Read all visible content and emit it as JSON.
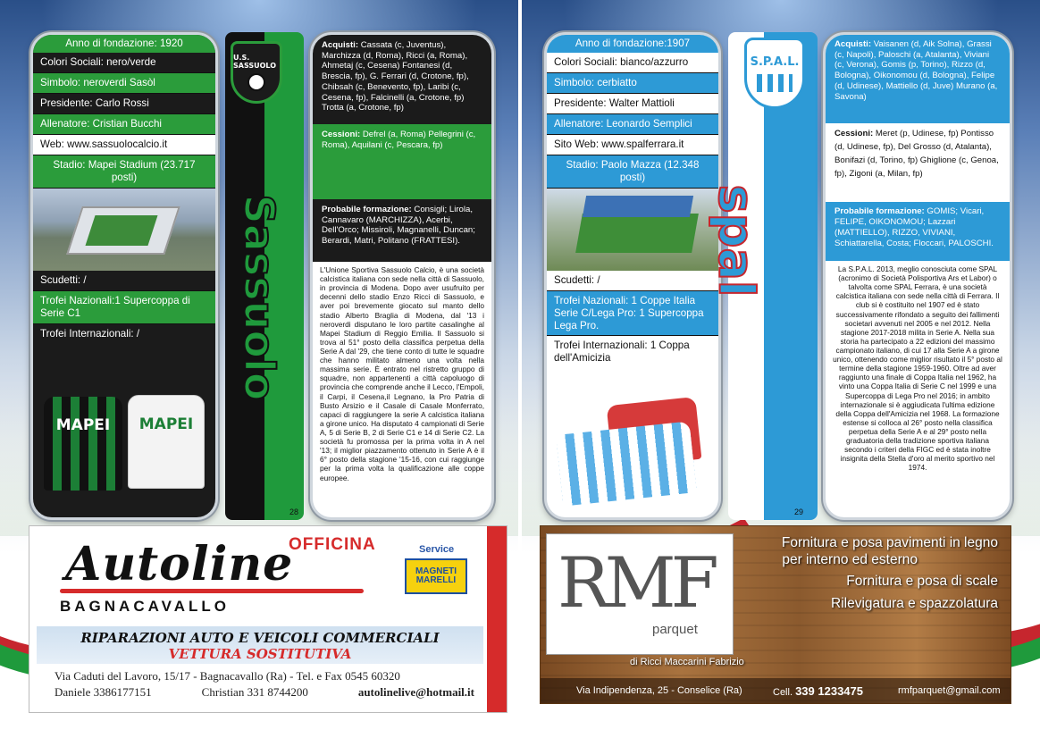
{
  "left": {
    "sassuolo": {
      "anno": "Anno di fondazione: 1920",
      "colori": "Colori Sociali: nero/verde",
      "simbolo": "Simbolo: neroverdi Sasòl",
      "presidente": "Presidente: Carlo Rossi",
      "allenatore": "Allenatore: Cristian Bucchi",
      "web": "Web: www.sassuolocalcio.it",
      "stadio": "Stadio: Mapei Stadium (23.717 posti)",
      "scudetti": "Scudetti: /",
      "trofei_naz": "Trofei Nazionali:1 Supercoppa di Serie C1",
      "trofei_int": "Trofei Internazionali: /",
      "vertical_name": "Sassuolo",
      "crest_text": "U.S. SASSUOLO",
      "jersey_text": "MAPEI",
      "acquisti_label": "Acquisti:",
      "acquisti": "Cassata (c, Juventus), Marchizza (d, Roma), Ricci (a, Roma), Ahmetaj (c, Cesena) Fontanesi (d, Brescia, fp), G. Ferrari (d, Crotone, fp), Chibsah (c, Benevento, fp), Laribi (c, Cesena, fp), Falcinelli (a, Crotone, fp) Trotta (a, Crotone, fp)",
      "cessioni_label": "Cessioni:",
      "cessioni": "Defrel (a, Roma) Pellegrini (c, Roma), Aquilani (c, Pescara, fp)",
      "formazione_label": "Probabile formazione:",
      "formazione": "Consigli; Lirola, Cannavaro (MARCHIZZA), Acerbi, Dell'Orco; Missiroli, Magnanelli, Duncan; Berardi, Matri, Politano (FRATTESI).",
      "storia": "L'Unione Sportiva Sassuolo Calcio, è una società calcistica italiana con sede nella città di Sassuolo, in provincia di Modena. Dopo aver usufruito per decenni dello stadio Enzo Ricci di Sassuolo, e aver poi brevemente giocato sul manto dello stadio Alberto Braglia di Modena, dal '13 i neroverdi disputano le loro partite casalinghe al Mapei Stadium di Reggio Emilia. Il Sassuolo si trova al 51° posto della classifica perpetua della Serie A dal '29, che tiene conto di tutte le squadre che hanno militato almeno una volta nella massima serie. È entrato nel ristretto gruppo di squadre, non appartenenti a città capoluogo di provincia che comprende anche il Lecco, l'Empoli, il Carpi, il Cesena,il Legnano, la Pro Patria di Busto Arsizio e il Casale di Casale Monferrato, capaci di raggiungere la serie A calcistica italiana a girone unico. Ha disputato 4 campionati di Serie A, 5 di Serie B, 2 di Serie C1 e 14 di Serie C2. La società fu promossa per la prima volta in A nel '13; il miglior piazzamento ottenuto in Serie A è il 6° posto della stagione '15-16, con cui raggiunge per la prima volta la qualificazione alle coppe europee.",
      "page": "28"
    },
    "ad": {
      "brand": "Autoline",
      "officina": "OFFICINA",
      "town": "BAGNACAVALLO",
      "service": "Service",
      "magneti": "MAGNETI MARELLI",
      "line1": "RIPARAZIONI AUTO E VEICOLI COMMERCIALI",
      "line2": "VETTURA SOSTITUTIVA",
      "address": "Via Caduti del Lavoro, 15/17 - Bagnacavallo (Ra) - Tel. e Fax 0545 60320",
      "daniele": "Daniele 3386177151",
      "christian": "Christian 331 8744200",
      "email": "autolinelive@hotmail.it"
    }
  },
  "right": {
    "spal": {
      "anno": "Anno di fondazione:1907",
      "colori": "Colori Sociali: bianco/azzurro",
      "simbolo": "Simbolo: cerbiatto",
      "presidente": "Presidente: Walter Mattioli",
      "allenatore": "Allenatore: Leonardo Semplici",
      "web": "Sito Web: www.spalferrara.it",
      "stadio": "Stadio: Paolo Mazza (12.348 posti)",
      "scudetti": "Scudetti: /",
      "trofei_naz": "Trofei Nazionali: 1 Coppe Italia Serie C/Lega Pro: 1 Supercoppa Lega Pro.",
      "trofei_int": "Trofei Internazionali: 1 Coppa dell'Amicizia",
      "vertical_name": "spal",
      "crest_text": "S.P.A.L.",
      "acquisti_label": "Acquisti:",
      "acquisti": "Vaisanen (d, Aik Solna), Grassi (c, Napoli), Paloschi (a, Atalanta), Viviani (c, Verona), Gomis (p, Torino), Rizzo (d, Bologna), Oikonomou (d, Bologna), Felipe (d, Udinese), Mattiello (d, Juve) Murano (a, Savona)",
      "cessioni_label": "Cessioni:",
      "cessioni": "Meret (p, Udinese, fp) Pontisso (d, Udinese, fp), Del Grosso (d, Atalanta), Bonifazi (d, Torino, fp) Ghiglione (c, Genoa, fp), Zigoni (a, Milan, fp)",
      "formazione_label": "Probabile formazione:",
      "formazione": "GOMIS; Vicari, FELIPE, OIKONOMOU; Lazzari (MATTIELLO), RIZZO, VIVIANI, Schiattarella, Costa; Floccari, PALOSCHI.",
      "storia": "La S.P.A.L. 2013, meglio conosciuta come SPAL (acronimo di Società Polisportiva Ars et Labor) o talvolta come SPAL Ferrara, è una società calcistica italiana con sede nella città di Ferrara. Il club si è costituito nel 1907 ed è stato successivamente rifondato a seguito dei fallimenti societari avvenuti nel 2005 e nel 2012. Nella stagione 2017-2018 milita in Serie A. Nella sua storia ha partecipato a 22 edizioni del massimo campionato italiano, di cui 17 alla Serie A a girone unico, ottenendo come miglior risultato il 5° posto al termine della stagione 1959-1960. Oltre ad aver raggiunto una finale di Coppa Italia nel 1962, ha vinto una Coppa Italia di Serie C nel 1999 e una Supercoppa di Lega Pro nel 2016; in ambito internazionale si è aggiudicata l'ultima edizione della Coppa dell'Amicizia nel 1968. La formazione estense si colloca al 26° posto nella classifica perpetua della Serie A e al 29° posto nella graduatoria della tradizione sportiva italiana secondo i criteri della FIGC ed è stata inoltre insignita della Stella d'oro al merito sportivo nel 1974.",
      "page": "29"
    },
    "ad": {
      "logo": "RMF",
      "parquet": "parquet",
      "line1": "Fornitura e posa pavimenti in legno",
      "line2": "per interno ed esterno",
      "line3": "Fornitura e posa di scale",
      "line4": "Rilevigatura e spazzolatura",
      "owner": "di Ricci Maccarini Fabrizio",
      "address": "Via Indipendenza, 25 - Conselice (Ra)",
      "cell_label": "Cell.",
      "cell": "339 1233475",
      "email": "rmfparquet@gmail.com"
    }
  }
}
